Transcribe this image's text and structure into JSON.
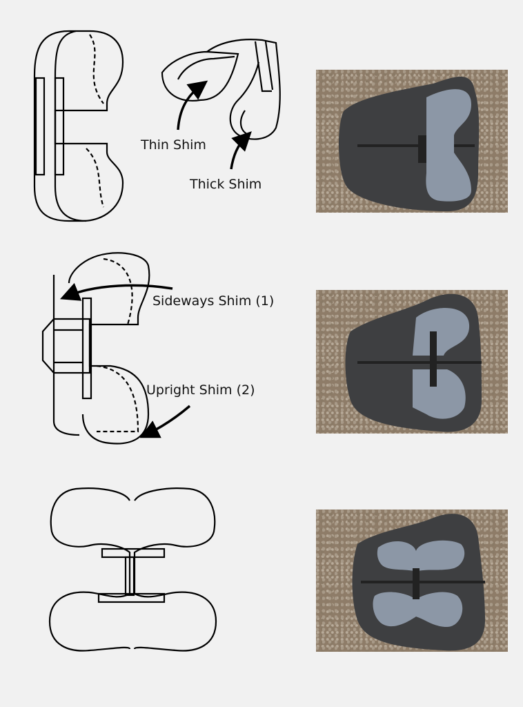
{
  "labels": {
    "thin_shim": "Thin Shim",
    "thick_shim": "Thick Shim",
    "sideways_shim": "Sideways Shim (1)",
    "upright_shim": "Upright Shim (2)"
  },
  "colors": {
    "background": "#f1f1f1",
    "pad": "#3e3f41",
    "shim": "#8c97a6",
    "ground": "#8e7c68"
  }
}
